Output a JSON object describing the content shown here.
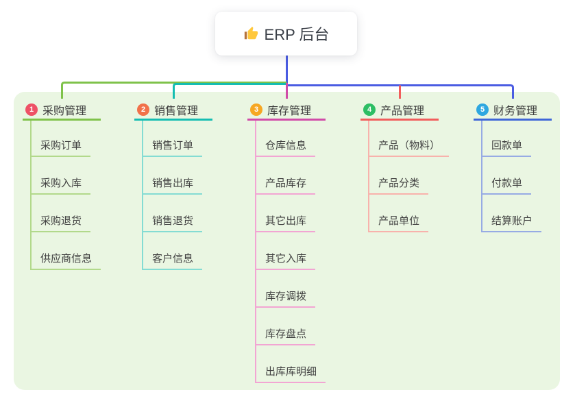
{
  "root": {
    "title": "ERP 后台",
    "icon": "thumbs-up"
  },
  "branches": [
    {
      "index": "1",
      "title": "采购管理",
      "color": "#7fc24a",
      "light_color": "#b2d98b",
      "badge_color": "#ee5166",
      "children": [
        "采购订单",
        "采购入库",
        "采购退货",
        "供应商信息"
      ]
    },
    {
      "index": "2",
      "title": "销售管理",
      "color": "#15bdb2",
      "light_color": "#84dcd3",
      "badge_color": "#f1714a",
      "children": [
        "销售订单",
        "销售出库",
        "销售退货",
        "客户信息"
      ]
    },
    {
      "index": "3",
      "title": "库存管理",
      "color": "#d14ba8",
      "light_color": "#f2a5d3",
      "badge_color": "#f6a723",
      "children": [
        "仓库信息",
        "产品库存",
        "其它出库",
        "其它入库",
        "库存调拨",
        "库存盘点",
        "出库库明细"
      ]
    },
    {
      "index": "4",
      "title": "产品管理",
      "color": "#f25d5c",
      "light_color": "#f8b2ac",
      "badge_color": "#2dbe64",
      "children": [
        "产品（物料）",
        "产品分类",
        "产品单位"
      ]
    },
    {
      "index": "5",
      "title": "财务管理",
      "color": "#3f66d8",
      "light_color": "#97abe4",
      "badge_color": "#2ea7e0",
      "children": [
        "回款单",
        "付款单",
        "结算账户"
      ]
    }
  ],
  "canvas": {
    "background": "#ffffff",
    "panel_color": "#eaf6e2",
    "root_line_color": "#4a5ce2",
    "thumb_icon_color": "#ffc83d",
    "thumb_cuff_color": "#b5733c"
  }
}
